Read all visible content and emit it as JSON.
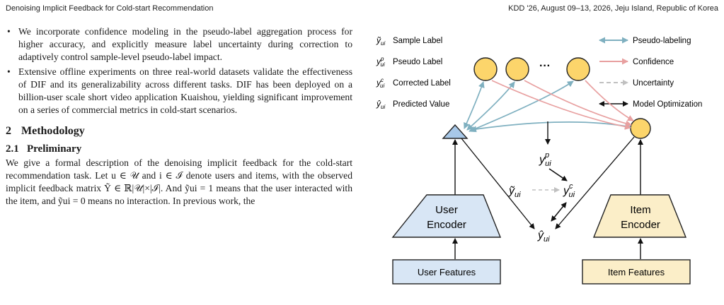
{
  "header": {
    "left": "Denoising Implicit Feedback for Cold-start Recommendation",
    "right": "KDD '26, August 09–13, 2026, Jeju Island, Republic of Korea"
  },
  "bullets": [
    "We incorporate confidence modeling in the pseudo-label aggregation process for higher accuracy, and explicitly measure label uncertainty during correction to adaptively control sample-level pseudo-label impact.",
    "Extensive offline experiments on three real-world datasets validate the effectiveness of DIF and its generalizability across different tasks. DIF has been deployed on a billion-user scale short video application Kuaishou, yielding significant improvement on a series of commercial metrics in cold-start scenarios."
  ],
  "section": {
    "number": "2",
    "title": "Methodology"
  },
  "subsection": {
    "number": "2.1",
    "title": "Preliminary"
  },
  "paragraph": "We give a formal description of the denoising implicit feedback for the cold-start recommendation task. Let u ∈ 𝒰 and i ∈ ℐ denote users and items, with the observed implicit feedback matrix Ỹ ∈ ℝ|𝒰|×|ℐ|. And ỹui = 1 means that the user interacted with the item, and ỹui = 0 means no interaction. In previous work, the",
  "figure": {
    "legend_left": [
      {
        "symbol": "ỹui",
        "label": "Sample Label"
      },
      {
        "symbol": "ypui",
        "label": "Pseudo Label"
      },
      {
        "symbol": "ycui",
        "label": "Corrected Label"
      },
      {
        "symbol": "ŷui",
        "label": "Predicted Value"
      }
    ],
    "legend_right": [
      {
        "label": "Pseudo-labeling",
        "color": "#7fb0c0"
      },
      {
        "label": "Confidence",
        "color": "#e8a0a0"
      },
      {
        "label": "Uncertainty",
        "color": "#c0c0c0"
      },
      {
        "label": "Model Optimization",
        "color": "#111111"
      }
    ],
    "ellipsis": "···",
    "user_encoder": [
      "User",
      "Encoder"
    ],
    "item_encoder": [
      "Item",
      "Encoder"
    ],
    "user_features": "User Features",
    "item_features": "Item Features",
    "colors": {
      "circle_fill": "#fcd56b",
      "user_fill": "#d8e6f5",
      "item_fill": "#fbeec8",
      "triangle_fill": "#a8c8e8"
    }
  }
}
